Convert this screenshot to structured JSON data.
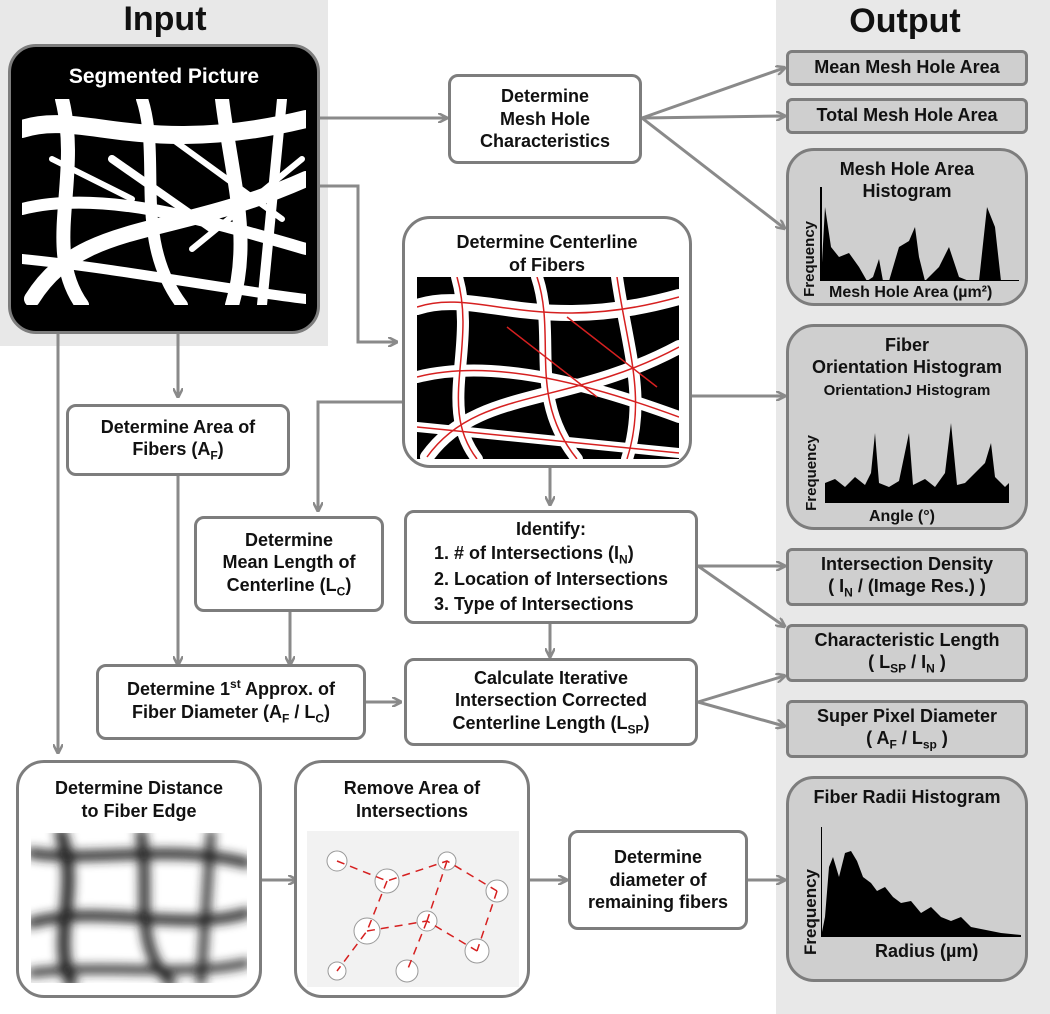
{
  "headings": {
    "input": "Input",
    "output": "Output"
  },
  "input": {
    "segmented_picture": "Segmented Picture"
  },
  "process": {
    "mesh_hole": [
      "Determine",
      "Mesh Hole",
      "Characteristics"
    ],
    "centerline": [
      "Determine Centerline",
      "of Fibers"
    ],
    "area_fibers": [
      "Determine Area of",
      "Fibers (A",
      "F",
      ")"
    ],
    "mean_length": [
      "Determine",
      "Mean Length of",
      "Centerline (L",
      "C",
      ")"
    ],
    "identify": {
      "title": "Identify:",
      "items": [
        "1.  # of Intersections (I",
        "N",
        ")",
        "2.  Location of Intersections",
        "3.  Type of Intersections"
      ]
    },
    "first_approx": [
      "Determine 1",
      "st",
      " Approx. of",
      "Fiber Diameter (A",
      "F",
      " / L",
      "C",
      ")"
    ],
    "iterative": [
      "Calculate Iterative",
      "Intersection Corrected",
      "Centerline Length (L",
      "SP",
      ")"
    ],
    "distance": [
      "Determine Distance",
      "to Fiber Edge"
    ],
    "remove": [
      "Remove Area of",
      "Intersections"
    ],
    "diameter_remaining": [
      "Determine",
      "diameter of",
      "remaining fibers"
    ]
  },
  "output": {
    "mean_mesh": "Mean Mesh Hole Area",
    "total_mesh": "Total Mesh Hole Area",
    "mesh_hist": {
      "title": [
        "Mesh Hole Area",
        "Histogram"
      ],
      "ylabel": "Frequency",
      "xlabel": "Mesh Hole Area (µm²)"
    },
    "orient_hist": {
      "title": [
        "Fiber",
        "Orientation Histogram"
      ],
      "subtitle": "OrientationJ  Histogram",
      "ylabel": "Frequency",
      "xlabel": "Angle (°)"
    },
    "intersection_density": {
      "line1": "Intersection Density",
      "line2a": "( I",
      "line2sub": "N",
      "line2b": " / (Image Res.) )"
    },
    "characteristic_length": {
      "line1": "Characteristic Length",
      "line2a": "( L",
      "sub1": "SP",
      "line2b": " / I",
      "sub2": "N",
      "line2c": " )"
    },
    "super_pixel": {
      "line1": "Super Pixel Diameter",
      "line2a": "( A",
      "sub1": "F",
      "line2b": " / L",
      "sub2": "sp",
      "line2c": " )"
    },
    "radii_hist": {
      "title": "Fiber Radii Histogram",
      "ylabel": "Frequency",
      "xlabel": "Radius (µm)"
    }
  },
  "colors": {
    "panel_bg": "#e8e8e8",
    "box_border": "#7d7d7d",
    "output_fill": "#cfcfcf",
    "centerline": "#d62020",
    "arrow": "#8a8a8a"
  }
}
